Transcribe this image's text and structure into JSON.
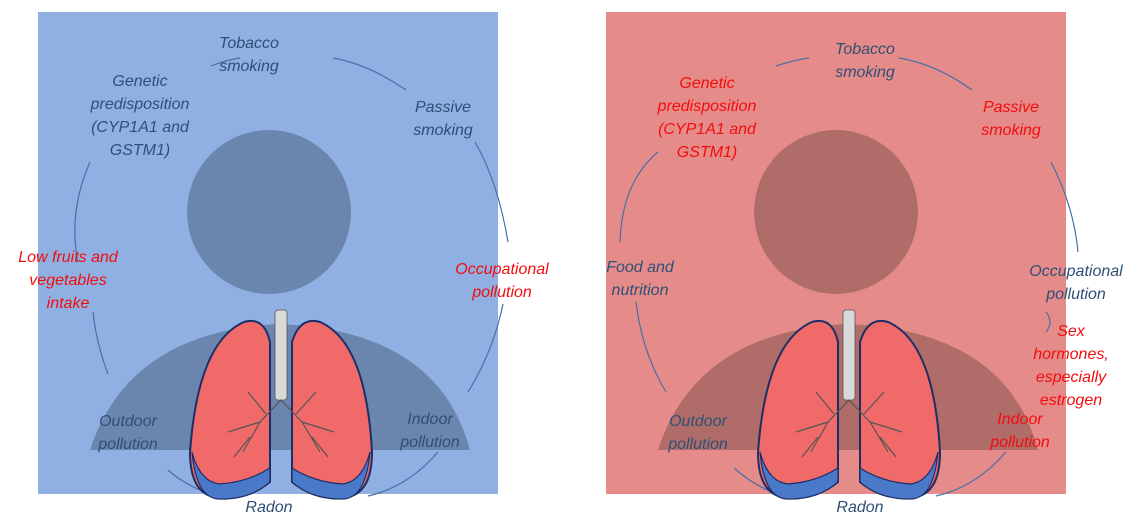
{
  "colors": {
    "left_background": "#90b0e3",
    "right_background": "#e58c8a",
    "left_silhouette": "#6b86ae",
    "right_silhouette": "#b06c69",
    "default_factor_text": "#2e4f76",
    "highlight_factor_text": "#f20d0d",
    "ring_line": "#4a6fa6",
    "lung_fill": "#f06a6a",
    "lung_base": "#4a79c9",
    "trachea": "#d9d9d9"
  },
  "left_panel": {
    "top": "Tobacco\nsmoking",
    "top_left": "Genetic\npredisposition\n(CYP1A1 and\nGSTM1)",
    "top_right": "Passive\nsmoking",
    "mid_left": "Low fruits and\nvegetables\nintake",
    "mid_right": "Occupational\npollution",
    "bottom_left": "Outdoor\npollution",
    "bottom_right": "Indoor\npollution",
    "bottom": "Radon"
  },
  "right_panel": {
    "top": "Tobacco\nsmoking",
    "top_left": "Genetic\npredisposition\n(CYP1A1 and\nGSTM1)",
    "top_right": "Passive\nsmoking",
    "mid_left": "Food and\nnutrition",
    "mid_right": "Occupational\npollution",
    "far_right": "Sex hormones,\nespecially estrogen",
    "bottom_left": "Outdoor\npollution",
    "bottom_right": "Indoor\npollution",
    "bottom": "Radon"
  }
}
